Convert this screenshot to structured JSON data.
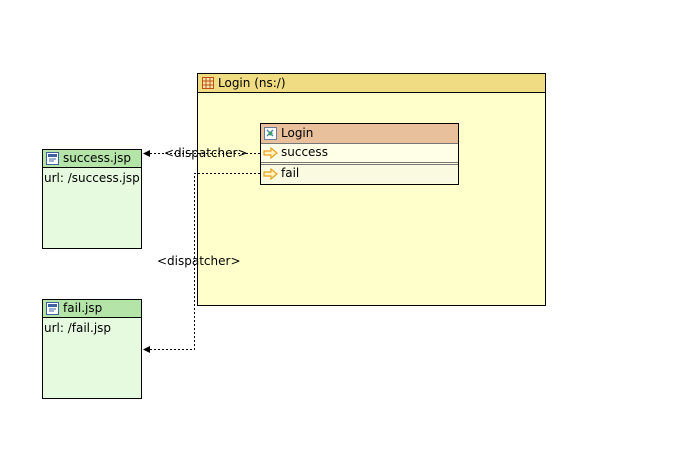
{
  "package": {
    "title": "Login (ns:/)"
  },
  "action": {
    "title": "Login",
    "results": [
      {
        "label": "success"
      },
      {
        "label": "fail"
      }
    ]
  },
  "views": [
    {
      "title": "success.jsp",
      "url": "url: /success.jsp"
    },
    {
      "title": "fail.jsp",
      "url": "url: /fail.jsp"
    }
  ],
  "edges": [
    {
      "label": "<dispatcher>",
      "from": "success",
      "to": "success.jsp"
    },
    {
      "label": "<dispatcher>",
      "from": "fail",
      "to": "fail.jsp"
    }
  ],
  "colors": {
    "package_fill": "#ffffcc",
    "package_header": "#f0dc82",
    "action_header": "#e8c09c",
    "view_fill": "#e6fae0",
    "view_header": "#b4e4a8",
    "result_arrow": "#e8a020"
  },
  "icons": {
    "package": "package-grid-icon",
    "action": "action-icon",
    "result": "result-arrow-icon",
    "view": "jsp-file-icon"
  }
}
